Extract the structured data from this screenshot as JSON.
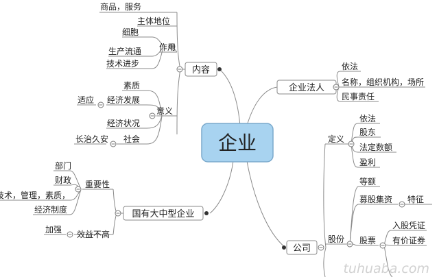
{
  "center": {
    "label": "企业"
  },
  "branches": {
    "content": {
      "label": "内容",
      "top_item": "商品，服务",
      "main_status": "主体地位",
      "role": {
        "label": "作用",
        "items": [
          "细胞",
          "生产流通",
          "技术进步"
        ]
      },
      "meaning": {
        "label": "意义",
        "items": [
          "素质",
          "经济发展",
          "经济状况",
          "社会"
        ],
        "adapt": "适应",
        "long_peace": "长治久安"
      }
    },
    "legal_person": {
      "label": "企业法人",
      "items": [
        "依法",
        "名称，组织机构，场所",
        "民事责任"
      ]
    },
    "soe": {
      "label": "国有大中型企业",
      "importance": {
        "label": "重要性",
        "items": [
          "部门",
          "财政",
          "技术，管理，素质，",
          "经济制度"
        ]
      },
      "efficiency": {
        "label": "效益不高",
        "strengthen": "加强"
      }
    },
    "company": {
      "label": "公司",
      "definition": {
        "label": "定义",
        "items": [
          "依法",
          "股东",
          "法定数额",
          "盈利"
        ]
      },
      "shares": {
        "label": "股份",
        "equal": "等额",
        "raise": "募股集资",
        "feature": "特征",
        "stock": {
          "label": "股票",
          "items": [
            "入股凭证",
            "有价证券"
          ]
        }
      }
    }
  },
  "watermark": "tuhuaba.com"
}
